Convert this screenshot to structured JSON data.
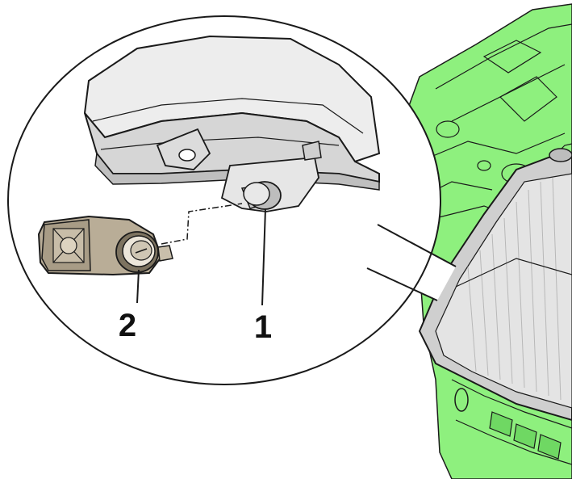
{
  "callouts": [
    {
      "id": "1",
      "label": "1"
    },
    {
      "id": "2",
      "label": "2"
    }
  ],
  "colors": {
    "background": "#ffffff",
    "highlight_green": "#8ef07e",
    "line": "#1a1a1a",
    "part_gray": "#d8d8d8",
    "part_dark": "#9a9a9a",
    "part_beige": "#b9ad97",
    "part_beige_dark": "#7d7360"
  }
}
